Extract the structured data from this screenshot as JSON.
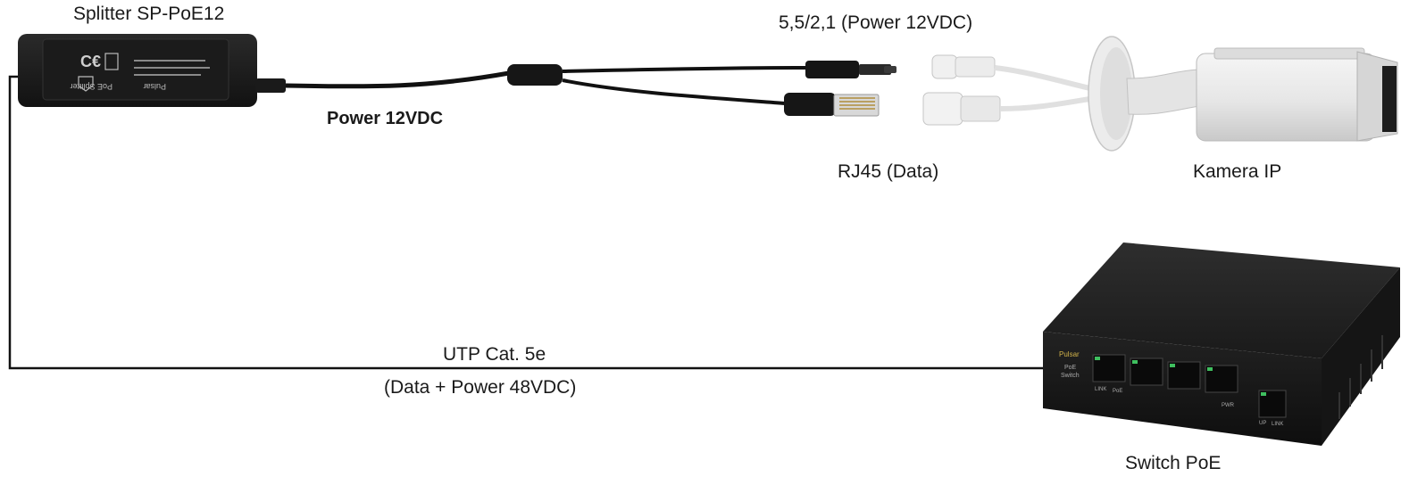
{
  "labels": {
    "splitter": "Splitter SP-PoE12",
    "dc_plug": "5,5/2,1 (Power 12VDC)",
    "power_out": "Power 12VDC",
    "rj45": "RJ45 (Data)",
    "camera": "Kamera IP",
    "utp_line1": "UTP Cat. 5e",
    "utp_line2": "(Data + Power 48VDC)",
    "switch": "Switch PoE"
  },
  "device_text": {
    "splitter_brand": "Pulsar",
    "splitter_model": "PoE Splitter",
    "switch_brand": "Pulsar",
    "switch_left_line1": "PoE",
    "switch_left_line2": "Switch",
    "switch_port_left1": "LINK",
    "switch_port_left2": "PoE",
    "switch_pwr": "PWR",
    "switch_up1": "UP",
    "switch_up2": "LINK"
  },
  "colors": {
    "cable": "#111111",
    "device_body": "#1c1c1c",
    "camera_body": "#e9e9e9",
    "port_led": "#3fbf5f"
  }
}
